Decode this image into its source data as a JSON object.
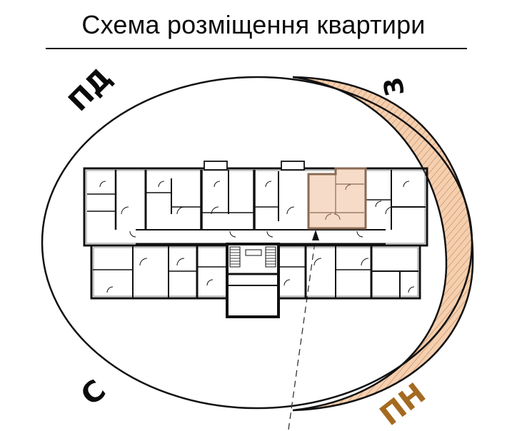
{
  "title": "Схема розміщення квартири",
  "compass": {
    "southwest": "ПД",
    "west": "З",
    "south": "С",
    "north": "ПН"
  },
  "colors": {
    "text": "#0a0a0a",
    "north_label": "#a46a1f",
    "highlight_fill": "#f6dcc8",
    "highlight_border": "#8a6a55",
    "arc_fill": "#f5cfae",
    "arc_hatch": "#b07c58",
    "wall": "#111111"
  },
  "highlighted_apartment": {
    "label": "selected-apartment"
  }
}
